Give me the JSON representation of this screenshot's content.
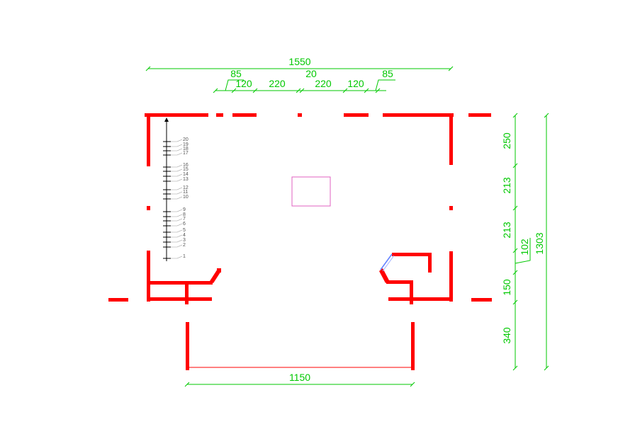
{
  "colors": {
    "background": "#ffffff",
    "wall": "#ff0000",
    "dimension": "#00c800",
    "stair": "#000000",
    "stair_label": "#555555",
    "column_box": "#e060c0",
    "door_leaf": "#6080ff"
  },
  "dimensions": {
    "top_overall": "1550",
    "top_segments": [
      "85",
      "120",
      "220",
      "20",
      "220",
      "120",
      "85"
    ],
    "right_segments": [
      "250",
      "213",
      "213",
      "102",
      "150",
      "340"
    ],
    "right_overall": "1303",
    "bottom_overall": "1150"
  },
  "stair_steps": [
    "20",
    "19",
    "18",
    "17",
    "16",
    "15",
    "14",
    "13",
    "12",
    "11",
    "10",
    "9",
    "8",
    "7",
    "6",
    "5",
    "4",
    "3",
    "2",
    "1"
  ]
}
